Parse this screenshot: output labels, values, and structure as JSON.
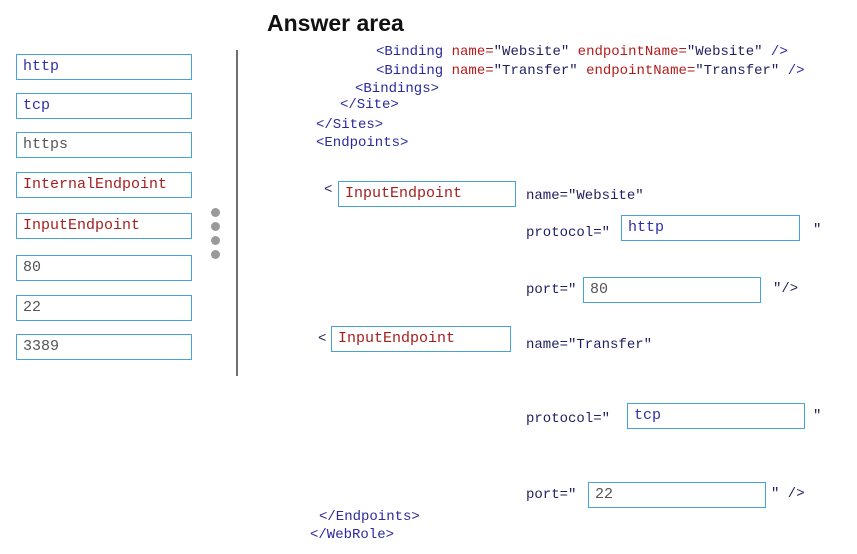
{
  "title": "Answer area",
  "source_items": [
    "http",
    "tcp",
    "https",
    "InternalEndpoint",
    "InputEndpoint",
    "80",
    "22",
    "3389"
  ],
  "code_lines": {
    "binding1": {
      "tag": "<Binding",
      "name_attr": "name=",
      "name_val": "\"Website\"",
      "ep_attr": "endpointName=",
      "ep_val": "\"Website\"",
      "close": "/>"
    },
    "binding2": {
      "tag": "<Binding",
      "name_attr": "name=",
      "name_val": "\"Transfer\"",
      "ep_attr": "endpointName=",
      "ep_val": "\"Transfer\"",
      "close": "/>"
    },
    "bindings_close": "<Bindings>",
    "site_close": "</Site>",
    "sites_close": "</Sites>",
    "endpoints_open": "<Endpoints>",
    "endpoints_close": "</Endpoints>",
    "webrole_close": "</WebRole>"
  },
  "endpoint1": {
    "lt": "<",
    "type": "InputEndpoint",
    "name_attr": "name=\"Website\"",
    "protocol_label": "protocol=\"",
    "protocol": "http",
    "protocol_close": "\"",
    "port_label": "port=\"",
    "port": "80",
    "port_close": "\"/>"
  },
  "endpoint2": {
    "lt": "<",
    "type": "InputEndpoint",
    "name_attr": "name=\"Transfer\"",
    "protocol_label": "protocol=\"",
    "protocol": "tcp",
    "protocol_close": "\"",
    "port_label": "port=\"",
    "port": "22",
    "port_close": "\" />"
  }
}
